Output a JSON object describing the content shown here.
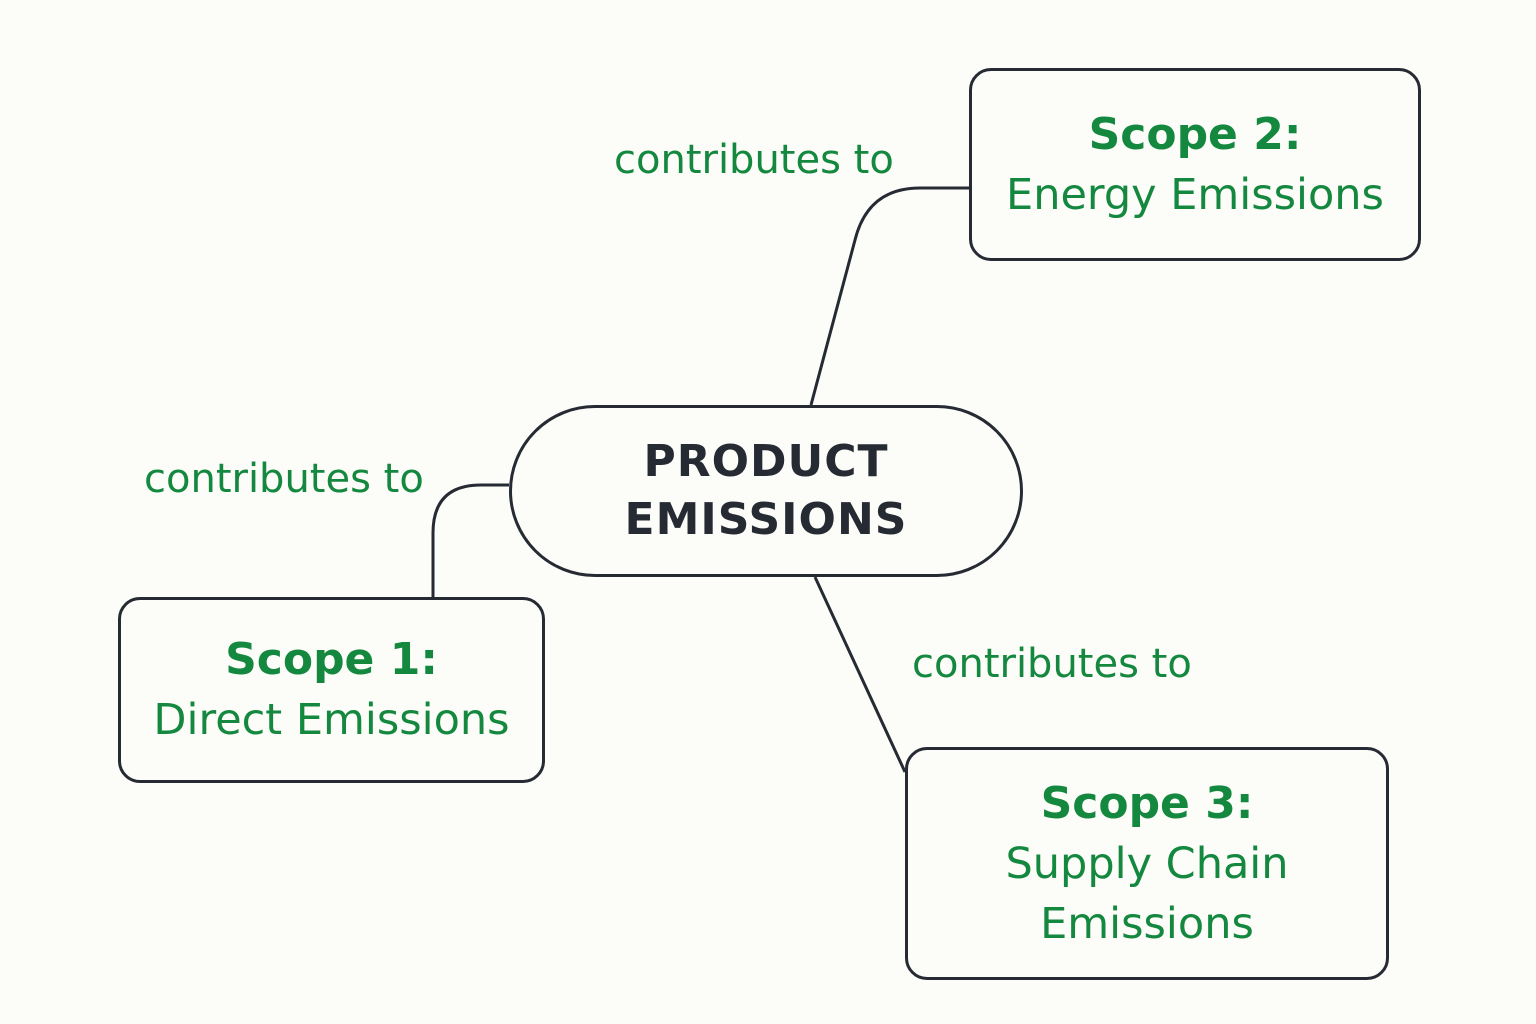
{
  "center": {
    "line1": "PRODUCT",
    "line2": "EMISSIONS"
  },
  "scopes": [
    {
      "title": "Scope 1:",
      "desc_lines": [
        "Direct Emissions"
      ]
    },
    {
      "title": "Scope 2:",
      "desc_lines": [
        "Energy Emissions"
      ]
    },
    {
      "title": "Scope 3:",
      "desc_lines": [
        "Supply Chain",
        "Emissions"
      ]
    }
  ],
  "edges": [
    {
      "label": "contributes to"
    },
    {
      "label": "contributes to"
    },
    {
      "label": "contributes to"
    }
  ],
  "colors": {
    "accent": "#14883f",
    "stroke": "#262b33",
    "background": "#fcfcf8"
  }
}
